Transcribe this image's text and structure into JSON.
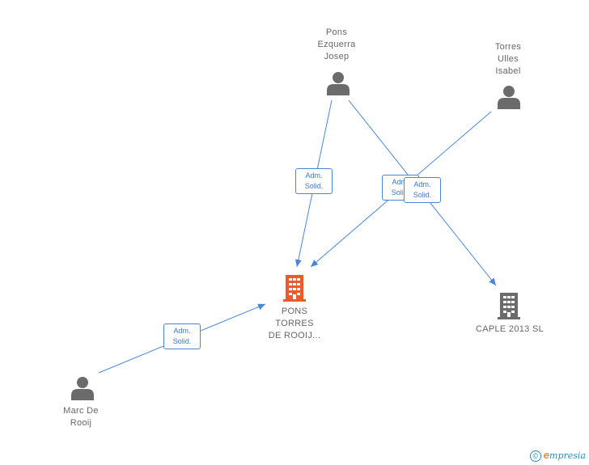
{
  "nodes": {
    "pons_ezquerra": {
      "label": "Pons\nEzquerra\nJosep",
      "type": "person",
      "color": "#6b6b6b"
    },
    "torres_ulles": {
      "label": "Torres\nUlles\nIsabel",
      "type": "person",
      "color": "#6b6b6b"
    },
    "marc_de_rooij": {
      "label": "Marc De\nRooij",
      "type": "person",
      "color": "#6b6b6b"
    },
    "pons_torres": {
      "label": "PONS\nTORRES\nDE ROOIJ...",
      "type": "company",
      "color": "#f05a28"
    },
    "caple": {
      "label": "CAPLE 2013  SL",
      "type": "company",
      "color": "#6b6b6b"
    }
  },
  "edges": [
    {
      "from": "pons_ezquerra",
      "to": "pons_torres",
      "label": "Adm.\nSolid."
    },
    {
      "from": "pons_ezquerra",
      "to": "caple",
      "label": "Adm.\nSolid."
    },
    {
      "from": "torres_ulles",
      "to": "pons_torres",
      "label": "Adm.\nSolid."
    },
    {
      "from": "marc_de_rooij",
      "to": "pons_torres",
      "label": "Adm.\nSolid."
    }
  ],
  "edge_color": "#4a86d8",
  "watermark": {
    "symbol": "©",
    "brand_initial": "e",
    "brand_rest": "mpresia"
  }
}
